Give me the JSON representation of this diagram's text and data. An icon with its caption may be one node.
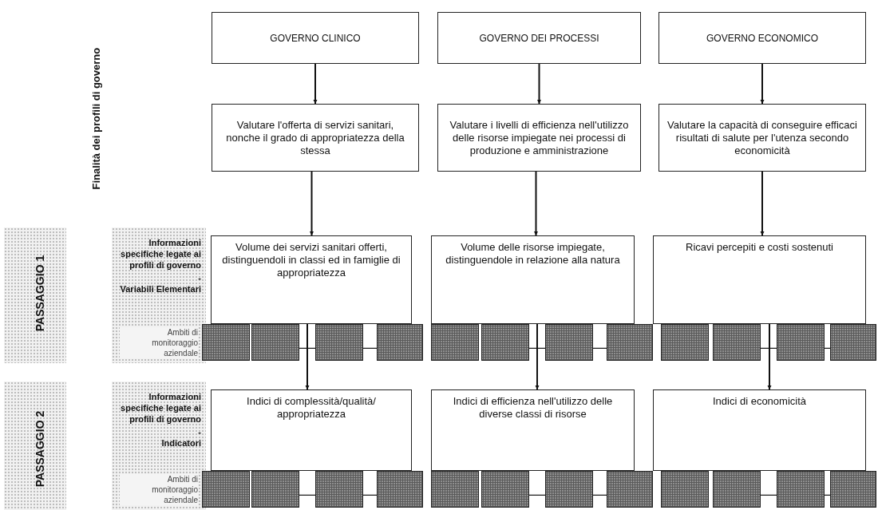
{
  "diagram": {
    "nodes": [
      {
        "text": [
          "GOVERNO CLINICO"
        ]
      },
      {
        "text": [
          "GOVERNO DEI PROCESSI"
        ]
      },
      {
        "text": [
          "GOVERNO ECONOMICO"
        ]
      },
      {
        "text": [
          "Valutare l'offerta di servizi sanitari, nonche il grado di appropriatezza della stessa"
        ]
      },
      {
        "text": [
          "Valutare i livelli di efficienza nell'utilizzo delle risorse impiegate nei processi di produzione e amministrazione"
        ]
      },
      {
        "text": [
          "Valutare la capacità di conseguire efficaci risultati di salute per l'utenza secondo economicità"
        ]
      },
      {
        "text": [
          "Volume dei servizi sanitari offerti, distinguendoli in classi ed in famiglie di appropriatezza"
        ]
      },
      {
        "text": [
          "Volume delle risorse impiegate, distinguendole in relazione alla natura"
        ]
      },
      {
        "text": [
          "Ricavi percepiti e costi sostenuti"
        ]
      },
      {
        "text": [],
        "shape": "box"
      },
      {
        "text": [],
        "shape": "box"
      },
      {
        "text": [],
        "shape": "box"
      },
      {
        "text": [],
        "shape": "box"
      },
      {
        "text": [],
        "shape": "box"
      },
      {
        "text": [],
        "shape": "box"
      },
      {
        "text": [],
        "shape": "box"
      },
      {
        "text": [],
        "shape": "box"
      },
      {
        "text": [],
        "shape": "box"
      },
      {
        "text": [],
        "shape": "box"
      },
      {
        "text": [],
        "shape": "box"
      },
      {
        "text": [],
        "shape": "box"
      },
      {
        "text": [
          "Indici di complessità/qualità/ appropriatezza"
        ]
      },
      {
        "text": [
          "Indici di efficienza nell'utilizzo delle diverse classi di risorse"
        ]
      },
      {
        "text": [
          "Indici di economicità"
        ]
      },
      {
        "text": [],
        "shape": "box"
      },
      {
        "text": [],
        "shape": "box"
      },
      {
        "text": [],
        "shape": "box"
      },
      {
        "text": [],
        "shape": "box"
      },
      {
        "text": [],
        "shape": "box"
      },
      {
        "text": [],
        "shape": "box"
      },
      {
        "text": [],
        "shape": "box"
      },
      {
        "text": [],
        "shape": "box"
      },
      {
        "text": [],
        "shape": "box"
      },
      {
        "text": [],
        "shape": "box"
      },
      {
        "text": [],
        "shape": "box"
      },
      {
        "text": [],
        "shape": "box"
      }
    ],
    "edges": [
      {
        "from": 0,
        "to": 3,
        "arrow": "to"
      },
      {
        "from": 1,
        "to": 4,
        "arrow": "to"
      },
      {
        "from": 2,
        "to": 5,
        "arrow": "to"
      },
      {
        "from": 3,
        "to": 6,
        "arrow": "to"
      },
      {
        "from": 4,
        "to": 7,
        "arrow": "to"
      },
      {
        "from": 5,
        "to": 8,
        "arrow": "to"
      },
      {
        "from": 10,
        "to": 11,
        "arrow": "none"
      },
      {
        "from": 11,
        "to": 12,
        "arrow": "none"
      },
      {
        "from": 14,
        "to": 15,
        "arrow": "none"
      },
      {
        "from": 15,
        "to": 16,
        "arrow": "none"
      },
      {
        "from": 18,
        "to": 19,
        "arrow": "none"
      },
      {
        "from": 19,
        "to": 20,
        "arrow": "none"
      },
      {
        "from": 6,
        "to": 21,
        "arrow": "to"
      },
      {
        "from": 7,
        "to": 22,
        "arrow": "to"
      },
      {
        "from": 8,
        "to": 23,
        "arrow": "to"
      },
      {
        "from": 25,
        "to": 26,
        "arrow": "none"
      },
      {
        "from": 26,
        "to": 27,
        "arrow": "none"
      },
      {
        "from": 29,
        "to": 30,
        "arrow": "none"
      },
      {
        "from": 30,
        "to": 31,
        "arrow": "none"
      },
      {
        "from": 33,
        "to": 34,
        "arrow": "none"
      },
      {
        "from": 34,
        "to": 35,
        "arrow": "none"
      }
    ],
    "labels": [
      "Finalità dei profili di governo",
      "PASSAGGIO 1",
      "Informazioni specifiche legate ai profili di governo",
      "-",
      "Variabili Elementari",
      "Ambiti di monitoraggio aziendale",
      "PASSAGGIO 2",
      "Informazioni specifiche legate ai profili di governo",
      "-",
      "Indicatori",
      "Ambiti di monitoraggio aziendale"
    ]
  }
}
